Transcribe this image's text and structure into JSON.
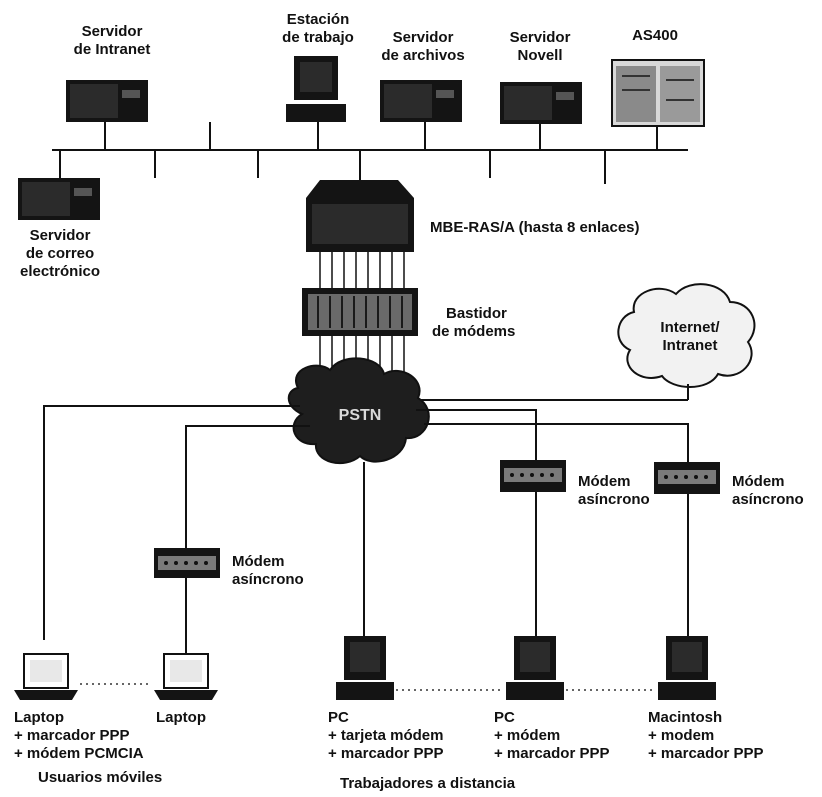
{
  "servers": {
    "intranet": [
      "Servidor",
      "de Intranet"
    ],
    "workstation": [
      "Estación",
      "de trabajo"
    ],
    "files": [
      "Servidor",
      "de archivos"
    ],
    "novell": [
      "Servidor",
      "Novell"
    ],
    "as400": "AS400",
    "mail": [
      "Servidor",
      "de correo",
      "electrónico"
    ]
  },
  "mbe": "MBE-RAS/A (hasta 8 enlaces)",
  "modem_rack": [
    "Bastidor",
    "de módems"
  ],
  "internet": [
    "Internet/",
    "Intranet"
  ],
  "pstn": "PSTN",
  "modems": {
    "m1": [
      "Módem",
      "asíncrono"
    ],
    "m2": [
      "Módem",
      "asíncrono"
    ],
    "m3": [
      "Módem",
      "asíncrono"
    ]
  },
  "clients": {
    "laptop1": [
      "Laptop",
      "+ marcador PPP",
      "+ módem PCMCIA"
    ],
    "laptop2": [
      "Laptop"
    ],
    "pc1": [
      "PC",
      "+ tarjeta módem",
      "+ marcador PPP"
    ],
    "pc2": [
      "PC",
      "+ módem",
      "+ marcador PPP"
    ],
    "mac": [
      "Macintosh",
      "+ modem",
      "+ marcador PPP"
    ]
  },
  "groups": {
    "mobile": "Usuarios móviles",
    "remote": "Trabajadores a distancia"
  }
}
